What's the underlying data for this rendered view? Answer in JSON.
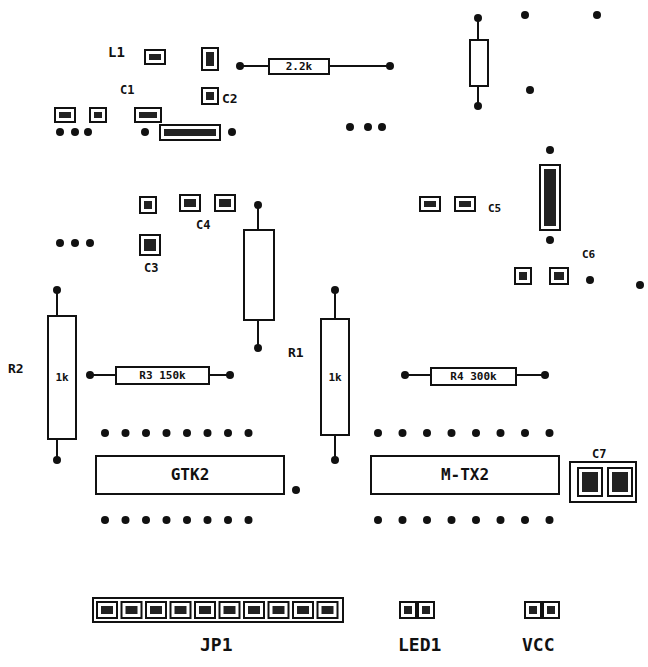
{
  "diagram": {
    "nodes": [
      {
        "text": [
          "2.2k"
        ]
      },
      {
        "text": [
          "1k"
        ]
      },
      {
        "text": [
          "R3 150k"
        ]
      },
      {
        "text": [
          "1k"
        ]
      },
      {
        "text": [
          "R4 300k"
        ]
      },
      {
        "text": [
          "GTK2"
        ]
      },
      {
        "text": [
          "M-TX2"
        ]
      }
    ],
    "labels": [
      "L1",
      "C1",
      "C2",
      "C3",
      "C4",
      "C5",
      "C6",
      "R2",
      "R1",
      "C7",
      "JP1",
      "LED1",
      "VCC"
    ]
  }
}
